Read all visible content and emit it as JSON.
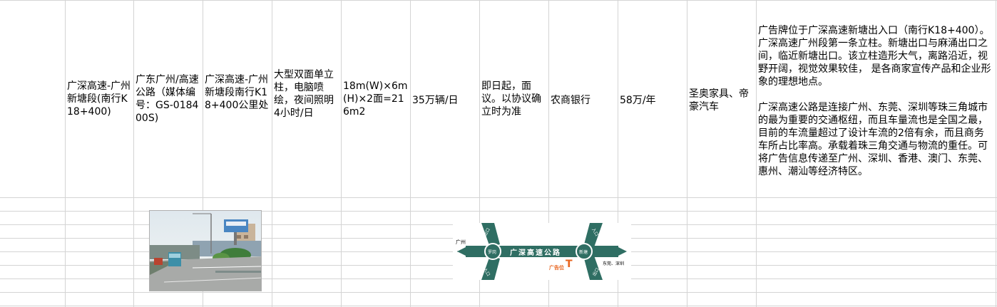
{
  "row": {
    "c1": "广深高速-广州新塘段(南行K18+400)",
    "c2": "广东广州/高速公路（媒体编号：GS-018400S)",
    "c3": "广深高速-广州新塘段南行K18+400公里处",
    "c4": "大型双面单立柱，电脑喷绘，夜间照明4小时/日",
    "c5": "18m(W)×6m(H)×2面=216m2",
    "c6": "35万辆/日",
    "c7": "即日起，面议。以协议确立时为准",
    "c8": "农商银行",
    "c9": "58万/年",
    "c10": "圣奥家具、帝豪汽车",
    "c11_p1": "广告牌位于广深高速新塘出入口（南行K18+400）。广深高速广州段第一条立柱。新塘出口与麻涌出口之间，临近新塘出口。该立柱造形大气，离路沿近，视野开阔，视觉效果较佳，  是各商家宣传产品和企业形象的理想地点。",
    "c11_p2": "广深高速公路是连接广州、东莞、深圳等珠三角城市的最为重要的交通枢纽，而且车量流也是全国之最，目前的车流量超过了设计车流的2倍有余，而且商务车所占比率高。承载着珠三角交通与物流的重任。可将广告信息传递至广州、深圳、香港、澳门、东莞、惠州、潮汕等经济特区。"
  },
  "map": {
    "road_label": "广深高速公路",
    "left_city": "广州",
    "right_cities": "东莞、深圳",
    "node_left": "罗岗",
    "node_right": "新塘",
    "exit_label": "出口",
    "entry_label": "入口",
    "ad_label": "广告位",
    "ad_marker": "T"
  },
  "colors": {
    "road": "#2f6e63",
    "ad": "#e8641e",
    "grid": "#d4d4d4"
  }
}
